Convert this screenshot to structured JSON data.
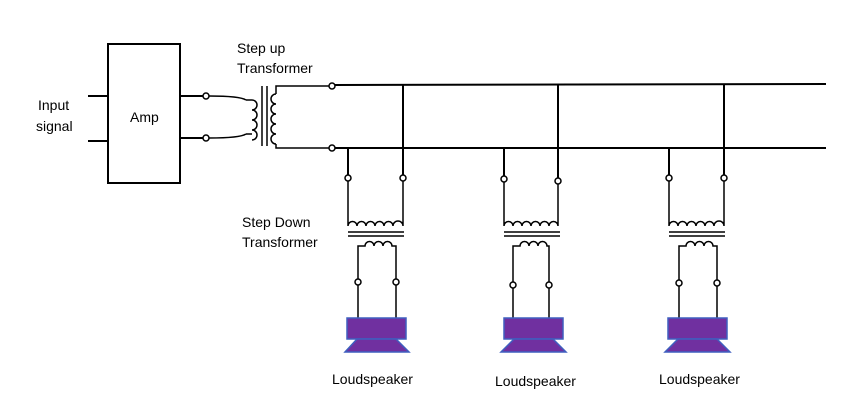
{
  "labels": {
    "input_line1": "Input",
    "input_line2": "signal",
    "amp": "Amp",
    "step_up_line1": "Step up",
    "step_up_line2": "Transformer",
    "step_down_line1": "Step Down",
    "step_down_line2": "Transformer"
  },
  "speakers": [
    {
      "label": "Loudspeaker"
    },
    {
      "label": "Loudspeaker"
    },
    {
      "label": "Loudspeaker"
    }
  ],
  "colors": {
    "speaker_fill": "#7030a0",
    "speaker_edge": "#3f5fbf",
    "wire": "#000000"
  }
}
